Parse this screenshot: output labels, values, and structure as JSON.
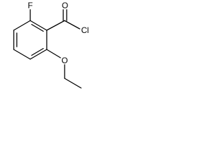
{
  "molecule": {
    "atoms": {
      "fluorine": "F",
      "oxygen_carbonyl": "O",
      "chlorine": "Cl",
      "oxygen_methoxy": "O"
    },
    "colors": {
      "bond": "#000000",
      "label": "#000000",
      "background": "#ffffff"
    }
  }
}
